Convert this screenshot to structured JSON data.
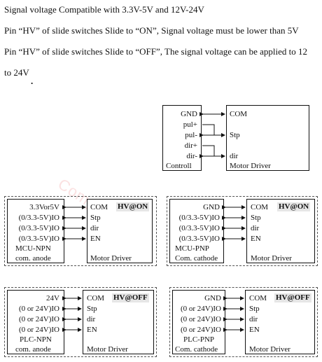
{
  "intro": {
    "line1": "Signal voltage Compatible with 3.3V-5V and 12V-24V",
    "line2": "Pin “HV” of slide switches Slide to “ON”, Signal voltage must be lower than 5V",
    "line3": "Pin “HV” of slide switches Slide to “OFF”, The signal voltage can be applied to 12",
    "line4": "to 24V",
    "bullet": "."
  },
  "watermark": "Components",
  "top_diagram": {
    "left_pins": [
      "GND",
      "pul+",
      "pul-",
      "dir+",
      "dir-"
    ],
    "left_title": "Controll",
    "right_pins": [
      "COM",
      "Stp",
      "dir"
    ],
    "right_title": "Motor Driver"
  },
  "npn_mcu": {
    "left_pins": [
      "3.3Vor5V",
      "(0/3.3-5V)IO",
      "(0/3.3-5V)IO",
      "(0/3.3-5V)IO"
    ],
    "left_title": "MCU-NPN",
    "left_subtitle": "com. anode",
    "right_pins": [
      "COM",
      "Stp",
      "dir",
      "EN"
    ],
    "right_title": "Motor Driver",
    "badge": "HV@ON"
  },
  "pnp_mcu": {
    "left_pins": [
      "GND",
      "(0/3.3-5V)IO",
      "(0/3.3-5V)IO",
      "(0/3.3-5V)IO"
    ],
    "left_title": "MCU-PNP",
    "left_subtitle": "Com. cathode",
    "right_pins": [
      "COM",
      "Stp",
      "dir",
      "EN"
    ],
    "right_title": "Motor Driver",
    "badge": "HV@ON"
  },
  "npn_plc": {
    "left_pins": [
      "24V",
      "(0 or 24V)IO",
      "(0 or 24V)IO",
      "(0 or 24V)IO"
    ],
    "left_title": "PLC-NPN",
    "left_subtitle": "com. anode",
    "right_pins": [
      "COM",
      "Stp",
      "dir",
      "EN"
    ],
    "right_title": "Motor Driver",
    "badge": "HV@OFF"
  },
  "pnp_plc": {
    "left_pins": [
      "GND",
      "(0 or 24V)IO",
      "(0 or 24V)IO",
      "(0 or 24V)IO"
    ],
    "left_title": "PLC-PNP",
    "left_subtitle": "Com. cathode",
    "right_pins": [
      "COM",
      "Stp",
      "dir",
      "EN"
    ],
    "right_title": "Motor Driver",
    "badge": "HV@OFF"
  }
}
